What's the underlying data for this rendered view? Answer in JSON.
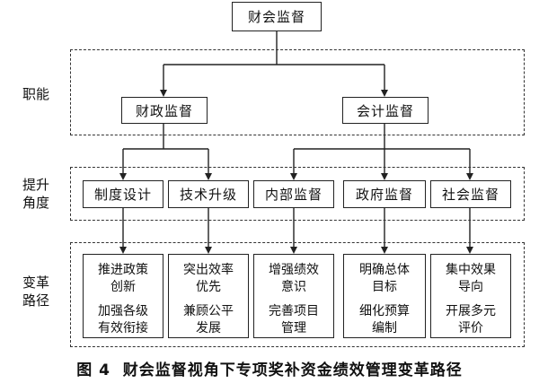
{
  "top": "财会监督",
  "rows": {
    "functions": "职能",
    "upgrade": "提升\n角度",
    "path": "变革\n路径"
  },
  "level2": [
    "财政监督",
    "会计监督"
  ],
  "level3": [
    "制度设计",
    "技术升级",
    "内部监督",
    "政府监督",
    "社会监督"
  ],
  "leaves": [
    [
      "推进政策\n创新",
      "加强各级\n有效衔接"
    ],
    [
      "突出效率\n优先",
      "兼顾公平\n发展"
    ],
    [
      "增强绩效\n意识",
      "完善项目\n管理"
    ],
    [
      "明确总体\n目标",
      "细化预算\n编制"
    ],
    [
      "集中效果\n导向",
      "开展多元\n评价"
    ]
  ],
  "caption": "图 4  财会监督视角下专项奖补资金绩效管理变革路径"
}
